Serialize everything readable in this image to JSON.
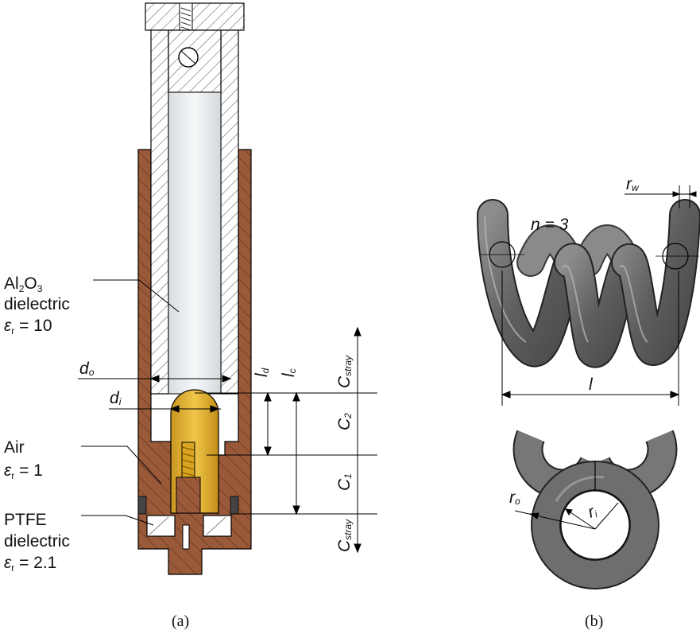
{
  "labels": {
    "al2o3_line1_a": "Al",
    "al2o3_line1_sub2": "2",
    "al2o3_line1_b": "O",
    "al2o3_line1_sub3": "3",
    "al2o3_line2": "dielectric",
    "al2o3_eps": "ε",
    "al2o3_eps_sub": "r",
    "al2o3_eps_val": " = 10",
    "air_line1": "Air",
    "air_eps": "ε",
    "air_eps_sub": "r",
    "air_eps_val": " = 1",
    "ptfe_line1": "PTFE",
    "ptfe_line2": "dielectric",
    "ptfe_eps": "ε",
    "ptfe_eps_sub": "r",
    "ptfe_eps_val": " = 2.1",
    "do_main": "d",
    "do_sub": "o",
    "di_main": "d",
    "di_sub": "i",
    "ld_main": "l",
    "ld_sub": "d",
    "lc_main": "l",
    "lc_sub": "c",
    "cstray_top_main": "C",
    "cstray_top_sub": "stray",
    "c2_main": "C",
    "c2_sub": "2",
    "c1_main": "C",
    "c1_sub": "1",
    "cstray_bot_main": "C",
    "cstray_bot_sub": "stray",
    "rw_main": "r",
    "rw_sub": "w",
    "n_label": "n = 3",
    "l_label": "l",
    "ro_main": "r",
    "ro_sub": "o",
    "ri_main": "r",
    "ri_sub": "i"
  },
  "captions": {
    "a": "(a)",
    "b": "(b)"
  },
  "colors": {
    "copper": "#9a5a3a",
    "copper_dark": "#6e3a22",
    "gold": "#e5b83a",
    "steel": "#ffffff",
    "hatch": "#555555",
    "coil": "#6e6e6e",
    "coil_highlight": "#a6a6a6"
  }
}
